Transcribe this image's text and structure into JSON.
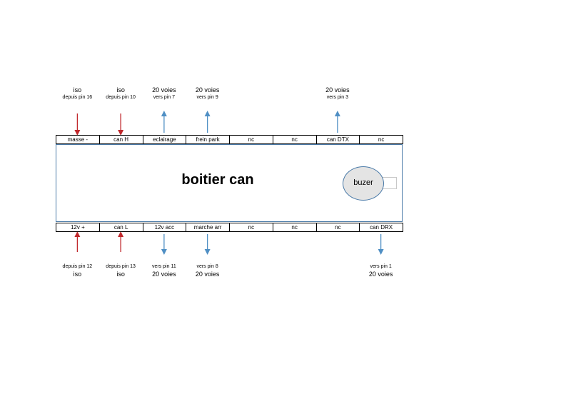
{
  "colors": {
    "input_arrow": "#c0282c",
    "output_arrow": "#4f8fc4",
    "box_border": "#4a7aa8"
  },
  "box": {
    "title": "boitier can",
    "buzer_label": "buzer"
  },
  "top_pins": [
    {
      "label": "masse -",
      "direction": "in",
      "note_main": "iso",
      "note_sub": "depuis pin 16"
    },
    {
      "label": "can H",
      "direction": "in",
      "note_main": "iso",
      "note_sub": "depuis pin 10"
    },
    {
      "label": "eclairage",
      "direction": "out",
      "note_main": "20 voies",
      "note_sub": "vers pin 7"
    },
    {
      "label": "frein park",
      "direction": "out",
      "note_main": "20 voies",
      "note_sub": "vers pin 9"
    },
    {
      "label": "nc",
      "direction": "",
      "note_main": "",
      "note_sub": ""
    },
    {
      "label": "nc",
      "direction": "",
      "note_main": "",
      "note_sub": ""
    },
    {
      "label": "can DTX",
      "direction": "out",
      "note_main": "20 voies",
      "note_sub": "vers pin 3"
    },
    {
      "label": "nc",
      "direction": "",
      "note_main": "",
      "note_sub": ""
    }
  ],
  "bottom_pins": [
    {
      "label": "12v +",
      "direction": "in",
      "note_main": "iso",
      "note_sub": "depuis pin 12"
    },
    {
      "label": "can L",
      "direction": "in",
      "note_main": "iso",
      "note_sub": "depuis pin 13"
    },
    {
      "label": "12v acc",
      "direction": "out",
      "note_main": "20 voies",
      "note_sub": "vers pin 11"
    },
    {
      "label": "marche arr",
      "direction": "out",
      "note_main": "20 voies",
      "note_sub": "vers pin 8"
    },
    {
      "label": "nc",
      "direction": "",
      "note_main": "",
      "note_sub": ""
    },
    {
      "label": "nc",
      "direction": "",
      "note_main": "",
      "note_sub": ""
    },
    {
      "label": "nc",
      "direction": "",
      "note_main": "",
      "note_sub": ""
    },
    {
      "label": "can DRX",
      "direction": "out",
      "note_main": "20 voies",
      "note_sub": "vers pin 1"
    }
  ]
}
